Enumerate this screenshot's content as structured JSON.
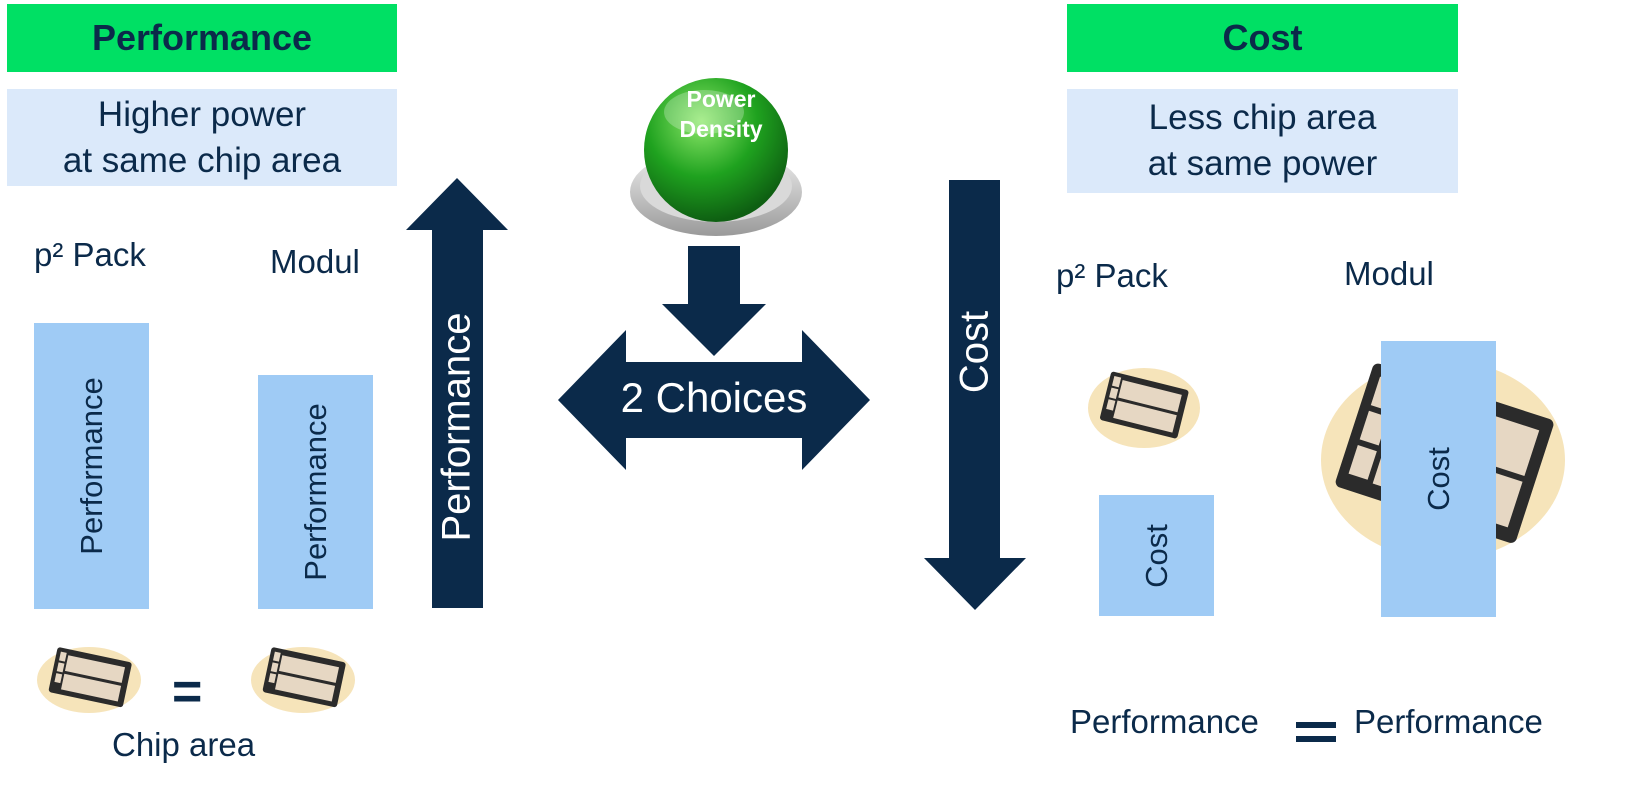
{
  "performance_panel": {
    "banner": "Performance",
    "subtitle_line1": "Higher power",
    "subtitle_line2": "at same chip area",
    "pack_label": "p² Pack",
    "modul_label": "Modul",
    "pack_bar_label": "Performance",
    "modul_bar_label": "Performance",
    "equals": "=",
    "chip_area_label": "Chip area",
    "big_arrow_label": "Performance"
  },
  "center": {
    "button_line1": "Power",
    "button_line2": "Density",
    "choices_label": "2 Choices"
  },
  "cost_panel": {
    "banner": "Cost",
    "subtitle_line1": "Less chip area",
    "subtitle_line2": "at same power",
    "big_arrow_label": "Cost",
    "pack_label": "p² Pack",
    "modul_label": "Modul",
    "pack_bar_label": "Cost",
    "modul_bar_label": "Cost",
    "perf_left": "Performance",
    "perf_right": "Performance"
  },
  "colors": {
    "banner_green": "#00e064",
    "subtitle_bg": "#dbe9fa",
    "bar_blue": "#9fcbf5",
    "arrow_navy": "#0b2a4a",
    "button_green": "#1fa21f"
  },
  "icons": [
    "chip-icon",
    "power-button-icon"
  ]
}
